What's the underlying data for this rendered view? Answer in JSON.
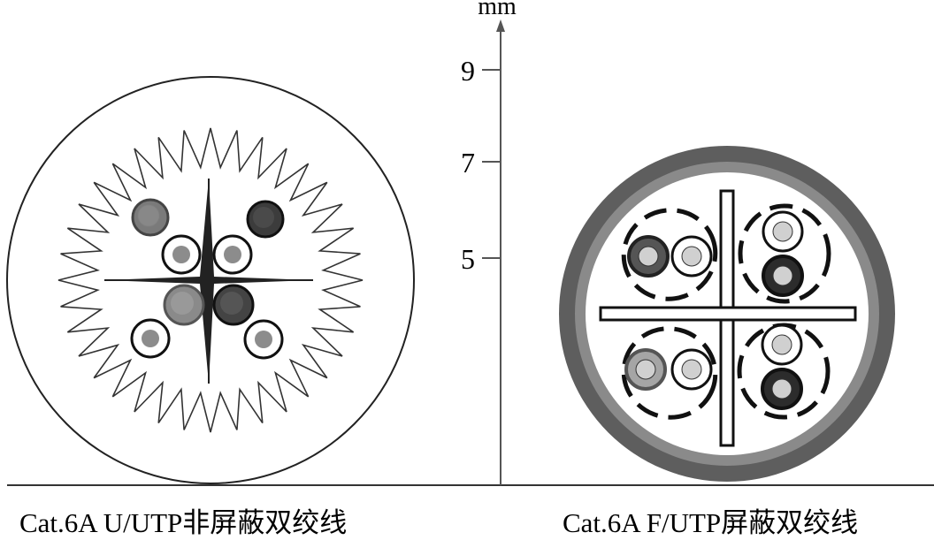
{
  "axis": {
    "unit": "mm",
    "ticks": [
      "9",
      "7",
      "5"
    ]
  },
  "cables": {
    "left": {
      "caption": "Cat.6A  U/UTP非屏蔽双绞线"
    },
    "right": {
      "caption": "Cat.6A  F/UTP屏蔽双绞线"
    }
  }
}
